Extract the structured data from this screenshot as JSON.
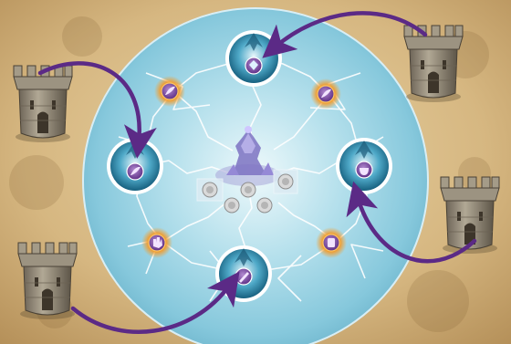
{
  "game": {
    "background": "parchment",
    "colors": {
      "parchment_light": "#e3c895",
      "parchment_mid": "#cfae74",
      "parchment_dark": "#a8824a",
      "disc_center": "#dff4f8",
      "disc_edge": "#7ec3d9",
      "lightning": "#ffffff",
      "arrow": "#5b2a86",
      "token_ring": "#6a3a8a",
      "token_fill": "#8a57b0",
      "flame": "#f08a1c",
      "stone": "#8f8574"
    },
    "board": {
      "shape": "round-crystal-disc",
      "center_figure": "crystal-wizard-figure",
      "large_nodes": [
        {
          "id": "top",
          "icon": "gem-icon"
        },
        {
          "id": "left",
          "icon": "feather-icon"
        },
        {
          "id": "right",
          "icon": "cauldron-icon"
        },
        {
          "id": "bottom",
          "icon": "wand-icon"
        }
      ],
      "small_tokens": [
        {
          "id": "upper-left",
          "icon": "feather-icon"
        },
        {
          "id": "upper-right",
          "icon": "feather-icon"
        },
        {
          "id": "lower-left",
          "icon": "hand-icon"
        },
        {
          "id": "lower-right",
          "icon": "scroll-icon"
        }
      ],
      "center_slots": [
        {
          "id": "slot-1",
          "highlighted": true
        },
        {
          "id": "slot-2",
          "highlighted": false
        },
        {
          "id": "slot-3",
          "highlighted": false
        },
        {
          "id": "slot-4",
          "highlighted": false
        },
        {
          "id": "slot-5",
          "highlighted": true
        }
      ]
    },
    "towers": [
      {
        "id": "tower-top-left",
        "targets": "left"
      },
      {
        "id": "tower-top-right",
        "targets": "top"
      },
      {
        "id": "tower-bottom-left",
        "targets": "bottom"
      },
      {
        "id": "tower-bottom-right",
        "targets": "right"
      }
    ]
  }
}
